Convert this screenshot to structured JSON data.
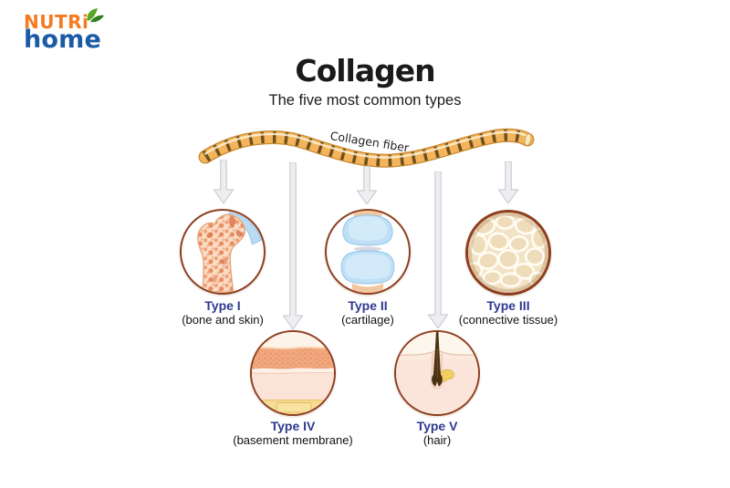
{
  "logo": {
    "line1": "NUTRi",
    "line2": "home"
  },
  "header": {
    "title": "Collagen",
    "subtitle": "The five most common types"
  },
  "fiber": {
    "label": "Collagen fiber"
  },
  "types": [
    {
      "name": "Type I",
      "tissue": "(bone and skin)",
      "illustration": "femur-bone-cross-section"
    },
    {
      "name": "Type II",
      "tissue": "(cartilage)",
      "illustration": "joint-cartilage"
    },
    {
      "name": "Type III",
      "tissue": "(connective tissue)",
      "illustration": "connective-tissue-cells"
    },
    {
      "name": "Type IV",
      "tissue": "(basement membrane)",
      "illustration": "basement-membrane-layers"
    },
    {
      "name": "Type V",
      "tissue": "(hair)",
      "illustration": "hair-follicle"
    }
  ],
  "colors": {
    "background": "#ffffff",
    "type_label_navy": "#2e3a90",
    "sublabel_black": "#111111",
    "circle_border_brown": "#8e3e1e",
    "fiber_body_orange": "#f3b45c",
    "fiber_band_brown": "#6f501c",
    "arrow_gray": "#eeeef2",
    "logo_orange": "#f47b20",
    "logo_blue": "#1b5aa5",
    "logo_leaf_green": "#58a824",
    "cartilage_blue": "#b3d8f2",
    "skin_pink": "#fbe5da",
    "tissue_cream": "#f3e3c6"
  }
}
